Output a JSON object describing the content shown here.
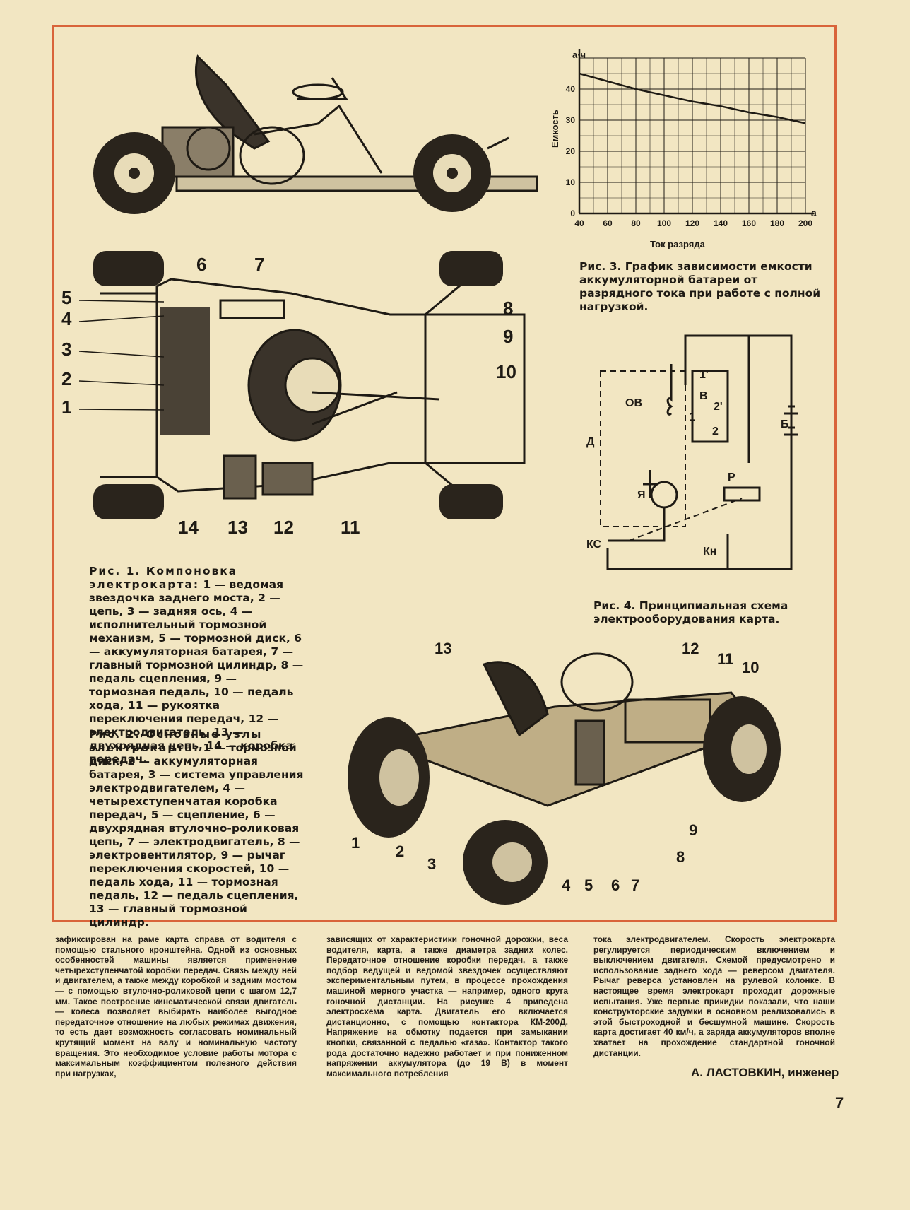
{
  "fig1": {
    "caption_head": "Рис. 1. Компоновка электрокарта:",
    "caption_body": "1 — ведомая звездочка заднего моста, 2 — цепь, 3 — задняя ось, 4 — исполнительный тормозной механизм, 5 — тормозной диск, 6 — аккумуляторная батарея, 7 — главный тормозной цилиндр, 8 — педаль сцепления, 9 — тормозная педаль, 10 — педаль хода, 11 — рукоятка переключения передач, 12 — электродвигатель, 13 — двухрядная цепь, 14 — коробка передач.",
    "labels": [
      "1",
      "2",
      "3",
      "4",
      "5",
      "6",
      "7",
      "8",
      "9",
      "10",
      "11",
      "12",
      "13",
      "14"
    ]
  },
  "fig2": {
    "caption_head": "Рис. 2. Основные узлы электрокарта:",
    "caption_body": "1 — тормозной диск, 2 — аккумуляторная батарея, 3 — система управления электродвигателем, 4 — четырехступенчатая коробка передач, 5 — сцепление, 6 — двухрядная втулочно-роликовая цепь, 7 — электродвигатель, 8 — электровентилятор, 9 — рычаг переключения скоростей, 10 — педаль хода, 11 — тормозная педаль, 12 — педаль сцепления, 13 — главный тормозной цилиндр.",
    "labels": [
      "1",
      "2",
      "3",
      "4",
      "5",
      "6",
      "7",
      "8",
      "9",
      "10",
      "11",
      "12",
      "13"
    ]
  },
  "fig3": {
    "caption": "Рис. 3. График зависимости емкости аккумуляторной батареи от разрядного тока при работе с полной нагрузкой."
  },
  "fig4": {
    "caption": "Рис. 4. Принципиальная схема электрооборудования карта.",
    "labels": {
      "D": "Д",
      "OV": "ОВ",
      "B": "В",
      "one": "1",
      "two": "2",
      "one_p": "1'",
      "two_p": "2'",
      "battery": "Б",
      "R": "Р",
      "Ya": "Я",
      "KS": "КС",
      "Kn": "Кн"
    }
  },
  "chart_data": {
    "type": "line",
    "title": "",
    "xlabel": "Ток разряда",
    "ylabel": "Емкость",
    "yunit": "а·ч",
    "xunit": "а",
    "xlim": [
      40,
      200
    ],
    "ylim": [
      0,
      50
    ],
    "xticks": [
      40,
      60,
      80,
      100,
      120,
      140,
      160,
      180,
      200
    ],
    "yticks": [
      0,
      10,
      20,
      30,
      40
    ],
    "grid": true,
    "x": [
      40,
      60,
      80,
      100,
      120,
      140,
      160,
      180,
      200
    ],
    "y": [
      45,
      42.5,
      40,
      38,
      36,
      34.5,
      32.5,
      31,
      29
    ]
  },
  "text": {
    "col1": "зафиксирован на раме карта справа от водителя с помощью стального кронштейна. Одной из основных особенностей машины является применение четырехступенчатой коробки передач. Связь между ней и двигателем, а также между коробкой и задним мостом — с помощью втулочно-роликовой цепи с шагом 12,7 мм. Такое построение кинематической связи двигатель — колеса позволяет выбирать наиболее выгодное передаточное отношение на любых режимах движения, то есть дает возможность согласовать номинальный крутящий момент на валу и номинальную частоту вращения. Это необходимое условие работы мотора с максимальным коэффициентом полезного действия при нагрузках,",
    "col2": "зависящих от характеристики гоночной дорожки, веса водителя, карта, а также диаметра задних колес. Передаточное отношение коробки передач, а также подбор ведущей и ведомой звездочек осуществляют экспериментальным путем, в процессе прохождения машиной мерного участка — например, одного круга гоночной дистанции. На рисунке 4 приведена электросхема карта. Двигатель его включается дистанционно, с помощью контактора КМ-200Д. Напряжение на обмотку подается при замыкании кнопки, связанной с педалью «газа». Контактор такого рода достаточно надежно работает и при пониженном напряжении аккумулятора (до 19 В) в момент максимального потребления",
    "col3": "тока электродвигателем. Скорость электрокарта регулируется периодическим включением и выключением двигателя. Схемой предусмотрено и использование заднего хода — реверсом двигателя. Рычаг реверса установлен на рулевой колонке. В настоящее время электрокарт проходит дорожные испытания. Уже первые прикидки показали, что наши конструкторские задумки в основном реализовались в этой быстроходной и бесшумной машине. Скорость карта достигает 40 км/ч, а заряда аккумуляторов вполне хватает на прохождение стандартной гоночной дистанции."
  },
  "author": "А. ЛАСТОВКИН, инженер",
  "page_number": "7"
}
